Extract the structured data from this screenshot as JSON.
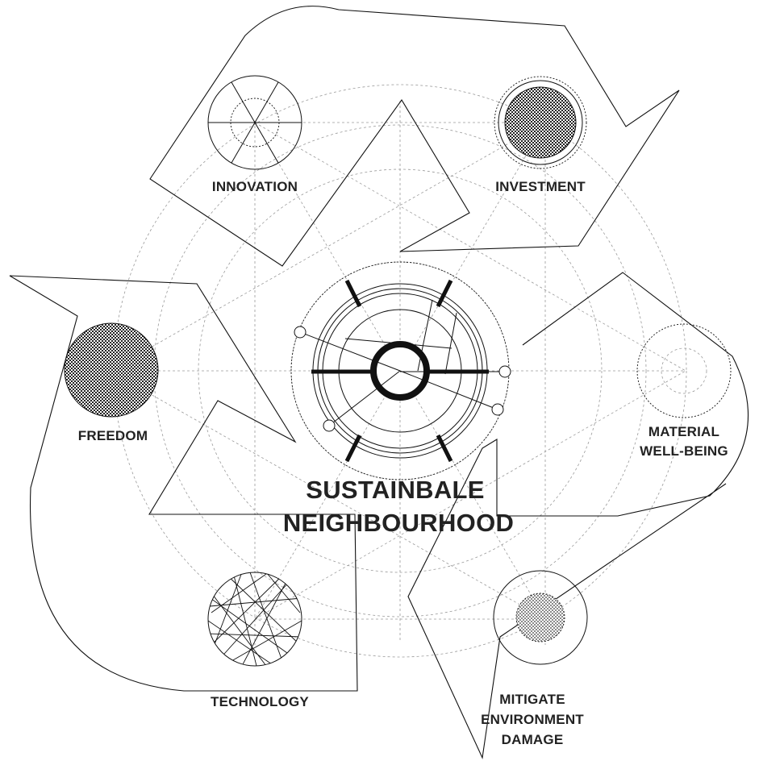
{
  "title": {
    "line1": "SUSTAINBALE",
    "line2": "NEIGHBOURHOOD"
  },
  "nodes": {
    "innovation": {
      "label": "INNOVATION"
    },
    "investment": {
      "label": "INVESTMENT"
    },
    "material": {
      "line1": "MATERIAL",
      "line2": "WELL-BEING"
    },
    "mitigate": {
      "line1": "MITIGATE",
      "line2": "ENVIRONMENT",
      "line3": "DAMAGE"
    },
    "technology": {
      "label": "TECHNOLOGY"
    },
    "freedom": {
      "label": "FREEDOM"
    }
  }
}
